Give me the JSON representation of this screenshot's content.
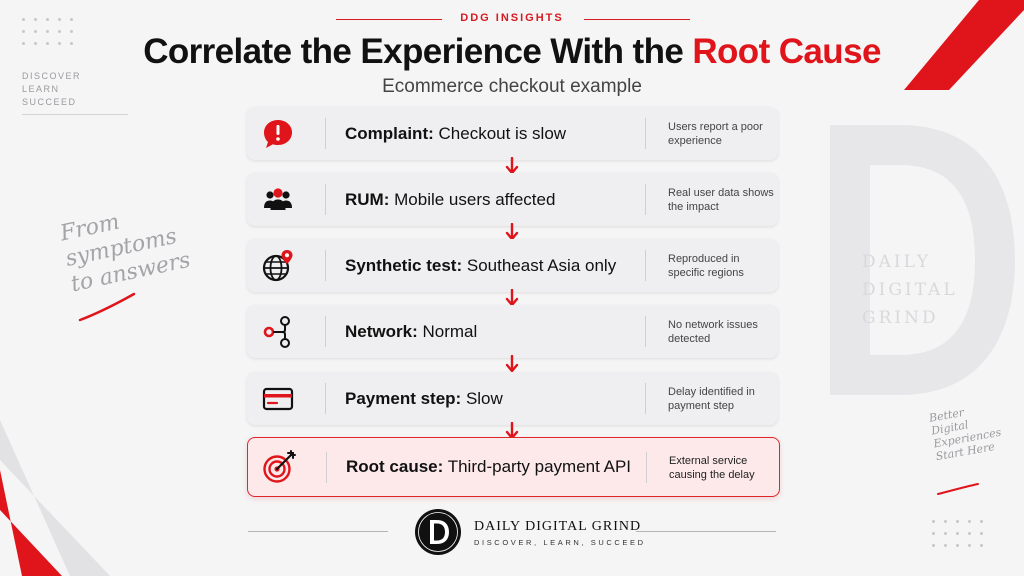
{
  "header": {
    "brand": "DDG INSIGHTS",
    "title_main": "Correlate the Experience With the ",
    "title_highlight": "Root Cause",
    "subtitle": "Ecommerce checkout example"
  },
  "side_tagline": [
    "DISCOVER",
    "LEARN",
    "SUCCEED"
  ],
  "script_left": [
    "From",
    "symptoms",
    "to answers"
  ],
  "script_right": [
    "Better",
    "Digital",
    "Experiences",
    "Start Here"
  ],
  "watermark_lines": [
    "DAILY",
    "DIGITAL",
    "GRIND"
  ],
  "steps": [
    {
      "label": "Complaint:",
      "value": "Checkout is slow",
      "note": "Users report a poor experience",
      "icon": "alert-bubble-icon"
    },
    {
      "label": "RUM:",
      "value": "Mobile users affected",
      "note": "Real user data shows the impact",
      "icon": "users-group-icon"
    },
    {
      "label": "Synthetic test:",
      "value": "Southeast Asia only",
      "note": "Reproduced in specific regions",
      "icon": "globe-pin-icon"
    },
    {
      "label": "Network:",
      "value": "Normal",
      "note": "No network issues detected",
      "icon": "network-nodes-icon"
    },
    {
      "label": "Payment step:",
      "value": "Slow",
      "note": "Delay identified in payment step",
      "icon": "credit-card-icon"
    },
    {
      "label": "Root cause:",
      "value": "Third-party payment API",
      "note": "External service causing the delay",
      "icon": "target-icon"
    }
  ],
  "footer": {
    "name": "DAILY DIGITAL GRIND",
    "tagline": "DISCOVER, LEARN, SUCCEED",
    "logo_letter": "D"
  },
  "colors": {
    "accent": "#e0141b",
    "background": "#f5f5f6",
    "card": "#efeff1",
    "highlight_card": "#fde9ea"
  }
}
